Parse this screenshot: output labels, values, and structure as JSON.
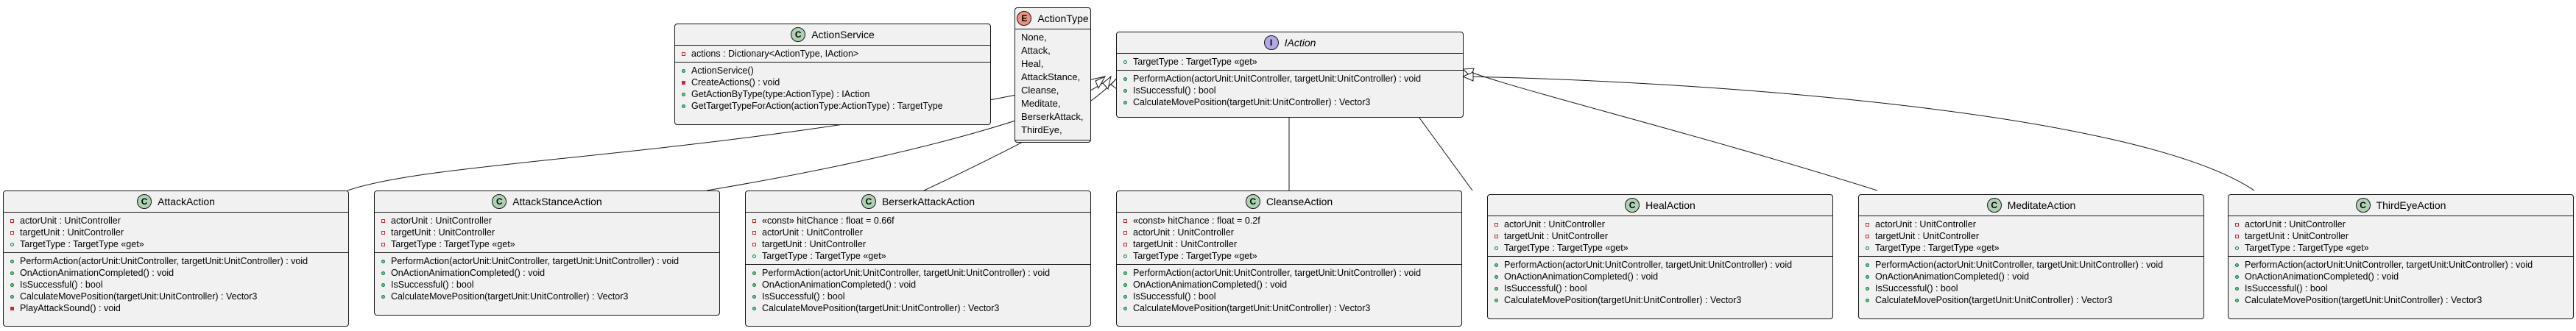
{
  "diagram": {
    "action_service": {
      "badge": "C",
      "name": "ActionService",
      "fields": [
        "actions : Dictionary<ActionType, IAction>"
      ],
      "methods": [
        "ActionService()",
        "CreateActions() : void",
        "GetActionByType(type:ActionType) : IAction",
        "GetTargetTypeForAction(actionType:ActionType) : TargetType"
      ]
    },
    "action_type": {
      "badge": "E",
      "name": "ActionType",
      "values": [
        "None,",
        "Attack,",
        "Heal,",
        "AttackStance,",
        "Cleanse,",
        "Meditate,",
        "BerserkAttack,",
        "ThirdEye,"
      ]
    },
    "iaction": {
      "badge": "I",
      "name": "IAction",
      "fields": [
        "TargetType : TargetType «get»"
      ],
      "methods": [
        "PerformAction(actorUnit:UnitController, targetUnit:UnitController) : void",
        "IsSuccessful() : bool",
        "CalculateMovePosition(targetUnit:UnitController) : Vector3"
      ]
    },
    "attack_action": {
      "badge": "C",
      "name": "AttackAction",
      "fields": [
        "actorUnit : UnitController",
        "targetUnit : UnitController",
        "TargetType : TargetType «get»"
      ],
      "methods": [
        "PerformAction(actorUnit:UnitController, targetUnit:UnitController) : void",
        "OnActionAnimationCompleted() : void",
        "IsSuccessful() : bool",
        "CalculateMovePosition(targetUnit:UnitController) : Vector3",
        "PlayAttackSound() : void"
      ]
    },
    "attack_stance_action": {
      "badge": "C",
      "name": "AttackStanceAction",
      "fields": [
        "actorUnit : UnitController",
        "targetUnit : UnitController",
        "TargetType : TargetType «get»"
      ],
      "methods": [
        "PerformAction(actorUnit:UnitController, targetUnit:UnitController) : void",
        "OnActionAnimationCompleted() : void",
        "IsSuccessful() : bool",
        "CalculateMovePosition(targetUnit:UnitController) : Vector3"
      ]
    },
    "berserk_attack_action": {
      "badge": "C",
      "name": "BerserkAttackAction",
      "fields": [
        "«const» hitChance : float = 0.66f",
        "actorUnit : UnitController",
        "targetUnit : UnitController",
        "TargetType : TargetType «get»"
      ],
      "methods": [
        "PerformAction(actorUnit:UnitController, targetUnit:UnitController) : void",
        "OnActionAnimationCompleted() : void",
        "IsSuccessful() : bool",
        "CalculateMovePosition(targetUnit:UnitController) : Vector3"
      ]
    },
    "cleanse_action": {
      "badge": "C",
      "name": "CleanseAction",
      "fields": [
        "«const» hitChance : float = 0.2f",
        "actorUnit : UnitController",
        "targetUnit : UnitController",
        "TargetType : TargetType «get»"
      ],
      "methods": [
        "PerformAction(actorUnit:UnitController, targetUnit:UnitController) : void",
        "OnActionAnimationCompleted() : void",
        "IsSuccessful() : bool",
        "CalculateMovePosition(targetUnit:UnitController) : Vector3"
      ]
    },
    "heal_action": {
      "badge": "C",
      "name": "HealAction",
      "fields": [
        "actorUnit : UnitController",
        "targetUnit : UnitController",
        "TargetType : TargetType «get»"
      ],
      "methods": [
        "PerformAction(actorUnit:UnitController, targetUnit:UnitController) : void",
        "OnActionAnimationCompleted() : void",
        "IsSuccessful() : bool",
        "CalculateMovePosition(targetUnit:UnitController) : Vector3"
      ]
    },
    "meditate_action": {
      "badge": "C",
      "name": "MeditateAction",
      "fields": [
        "actorUnit : UnitController",
        "targetUnit : UnitController",
        "TargetType : TargetType «get»"
      ],
      "methods": [
        "PerformAction(actorUnit:UnitController, targetUnit:UnitController) : void",
        "OnActionAnimationCompleted() : void",
        "IsSuccessful() : bool",
        "CalculateMovePosition(targetUnit:UnitController) : Vector3"
      ]
    },
    "third_eye_action": {
      "badge": "C",
      "name": "ThirdEyeAction",
      "fields": [
        "actorUnit : UnitController",
        "targetUnit : UnitController",
        "TargetType : TargetType «get»"
      ],
      "methods": [
        "PerformAction(actorUnit:UnitController, targetUnit:UnitController) : void",
        "OnActionAnimationCompleted() : void",
        "IsSuccessful() : bool",
        "CalculateMovePosition(targetUnit:UnitController) : Vector3"
      ]
    }
  },
  "colors": {
    "class_badge": "#ADD1B2",
    "interface_badge": "#B4A7E5",
    "enum_badge": "#EB937F",
    "box_fill": "#F1F1F1",
    "line": "#181818",
    "private_marker": "#C82930",
    "public_marker": "#038048"
  }
}
